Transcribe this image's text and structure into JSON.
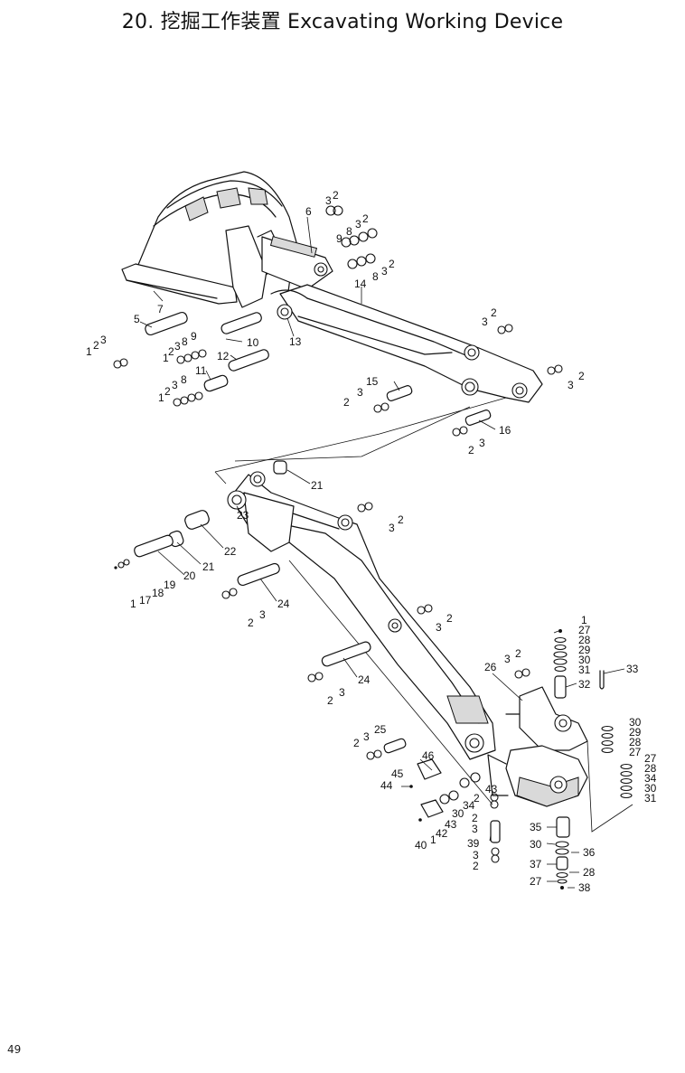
{
  "header": {
    "title": "20. 挖掘工作装置 Excavating Working Device"
  },
  "footer": {
    "page_number": "49"
  },
  "callouts": [
    {
      "id": "c-1a",
      "label": "1"
    },
    {
      "id": "c-2a",
      "label": "2"
    },
    {
      "id": "c-3a",
      "label": "3"
    },
    {
      "id": "c-5",
      "label": "5"
    },
    {
      "id": "c-7",
      "label": "7"
    },
    {
      "id": "c-6",
      "label": "6"
    },
    {
      "id": "c-3b",
      "label": "3"
    },
    {
      "id": "c-2b",
      "label": "2"
    },
    {
      "id": "c-9a",
      "label": "9"
    },
    {
      "id": "c-8a",
      "label": "8"
    },
    {
      "id": "c-3c",
      "label": "3"
    },
    {
      "id": "c-2c",
      "label": "2"
    },
    {
      "id": "c-8b",
      "label": "8"
    },
    {
      "id": "c-3d",
      "label": "3"
    },
    {
      "id": "c-2d",
      "label": "2"
    },
    {
      "id": "c-14",
      "label": "14"
    },
    {
      "id": "c-13",
      "label": "13"
    },
    {
      "id": "c-9b",
      "label": "9"
    },
    {
      "id": "c-10",
      "label": "10"
    },
    {
      "id": "c-1b",
      "label": "1"
    },
    {
      "id": "c-2e",
      "label": "2"
    },
    {
      "id": "c-3e",
      "label": "3"
    },
    {
      "id": "c-8c",
      "label": "8"
    },
    {
      "id": "c-12",
      "label": "12"
    },
    {
      "id": "c-11",
      "label": "11"
    },
    {
      "id": "c-1c",
      "label": "1"
    },
    {
      "id": "c-2f",
      "label": "2"
    },
    {
      "id": "c-3f",
      "label": "3"
    },
    {
      "id": "c-8d",
      "label": "8"
    },
    {
      "id": "c-2g",
      "label": "2"
    },
    {
      "id": "c-3g",
      "label": "3"
    },
    {
      "id": "c-2h",
      "label": "2"
    },
    {
      "id": "c-3h",
      "label": "3"
    },
    {
      "id": "c-15",
      "label": "15"
    },
    {
      "id": "c-3i",
      "label": "3"
    },
    {
      "id": "c-2i",
      "label": "2"
    },
    {
      "id": "c-16",
      "label": "16"
    },
    {
      "id": "c-2j",
      "label": "2"
    },
    {
      "id": "c-3j",
      "label": "3"
    },
    {
      "id": "c-21a",
      "label": "21"
    },
    {
      "id": "c-23",
      "label": "23"
    },
    {
      "id": "c-22",
      "label": "22"
    },
    {
      "id": "c-21b",
      "label": "21"
    },
    {
      "id": "c-20",
      "label": "20"
    },
    {
      "id": "c-19",
      "label": "19"
    },
    {
      "id": "c-18",
      "label": "18"
    },
    {
      "id": "c-17",
      "label": "17"
    },
    {
      "id": "c-1d",
      "label": "1"
    },
    {
      "id": "c-3k",
      "label": "3"
    },
    {
      "id": "c-2k",
      "label": "2"
    },
    {
      "id": "c-24a",
      "label": "24"
    },
    {
      "id": "c-2l",
      "label": "2"
    },
    {
      "id": "c-3l",
      "label": "3"
    },
    {
      "id": "c-2m",
      "label": "2"
    },
    {
      "id": "c-3m",
      "label": "3"
    },
    {
      "id": "c-24b",
      "label": "24"
    },
    {
      "id": "c-2n",
      "label": "2"
    },
    {
      "id": "c-3n",
      "label": "3"
    },
    {
      "id": "c-1e",
      "label": "1"
    },
    {
      "id": "c-27a",
      "label": "27"
    },
    {
      "id": "c-28a",
      "label": "28"
    },
    {
      "id": "c-29a",
      "label": "29"
    },
    {
      "id": "c-30a",
      "label": "30"
    },
    {
      "id": "c-31a",
      "label": "31"
    },
    {
      "id": "c-33",
      "label": "33"
    },
    {
      "id": "c-32",
      "label": "32"
    },
    {
      "id": "c-26",
      "label": "26"
    },
    {
      "id": "c-3o",
      "label": "3"
    },
    {
      "id": "c-2o",
      "label": "2"
    },
    {
      "id": "c-30b",
      "label": "30"
    },
    {
      "id": "c-29b",
      "label": "29"
    },
    {
      "id": "c-28b",
      "label": "28"
    },
    {
      "id": "c-27b",
      "label": "27"
    },
    {
      "id": "c-27c",
      "label": "27"
    },
    {
      "id": "c-28c",
      "label": "28"
    },
    {
      "id": "c-34a",
      "label": "34"
    },
    {
      "id": "c-30c",
      "label": "30"
    },
    {
      "id": "c-31b",
      "label": "31"
    },
    {
      "id": "c-25",
      "label": "25"
    },
    {
      "id": "c-2p",
      "label": "2"
    },
    {
      "id": "c-3p",
      "label": "3"
    },
    {
      "id": "c-46",
      "label": "46"
    },
    {
      "id": "c-45",
      "label": "45"
    },
    {
      "id": "c-44",
      "label": "44"
    },
    {
      "id": "c-43a",
      "label": "43"
    },
    {
      "id": "c-2q",
      "label": "2"
    },
    {
      "id": "c-34b",
      "label": "34"
    },
    {
      "id": "c-30d",
      "label": "30"
    },
    {
      "id": "c-2r",
      "label": "2"
    },
    {
      "id": "c-3q",
      "label": "3"
    },
    {
      "id": "c-43b",
      "label": "43"
    },
    {
      "id": "c-42",
      "label": "42"
    },
    {
      "id": "c-1f",
      "label": "1"
    },
    {
      "id": "c-40",
      "label": "40"
    },
    {
      "id": "c-39",
      "label": "39"
    },
    {
      "id": "c-3r",
      "label": "3"
    },
    {
      "id": "c-2s",
      "label": "2"
    },
    {
      "id": "c-35",
      "label": "35"
    },
    {
      "id": "c-30e",
      "label": "30"
    },
    {
      "id": "c-36",
      "label": "36"
    },
    {
      "id": "c-37",
      "label": "37"
    },
    {
      "id": "c-28d",
      "label": "28"
    },
    {
      "id": "c-27d",
      "label": "27"
    },
    {
      "id": "c-38",
      "label": "38"
    }
  ]
}
